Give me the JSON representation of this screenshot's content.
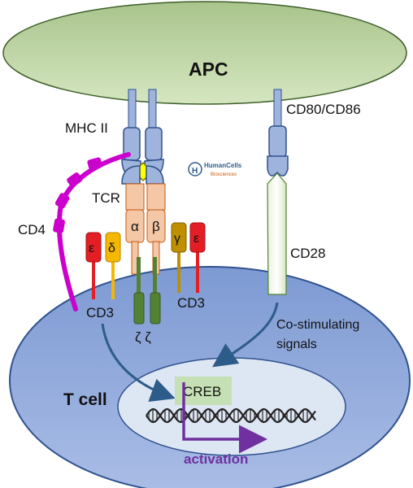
{
  "labels": {
    "apc": "APC",
    "mhc": "MHC II",
    "cd80": "CD80/CD86",
    "tcr": "TCR",
    "cd4": "CD4",
    "alpha": "α",
    "beta": "β",
    "gamma": "γ",
    "epsilon": "ε",
    "delta": "δ",
    "cd3_left": "CD3",
    "cd3_right": "CD3",
    "zeta": "ζ ζ",
    "cd28": "CD28",
    "costim_line1": "Co-stimulating",
    "costim_line2": "signals",
    "tcell": "T cell",
    "creb": "CREB",
    "activation": "activation",
    "logo_name": "HumanCells",
    "logo_sub": "Biosciences",
    "logo_letter": "H"
  },
  "colors": {
    "apc_fill": "#c9dcae",
    "tcell_fill": "#8ea9db",
    "nucleus_fill": "#dde6f3",
    "receptor_blue": "#9fb4dc",
    "tcr_peach": "#f4c7a6",
    "cd4_magenta": "#cc00cc",
    "epsilon_red": "#e31e24",
    "delta_yellow": "#f5b800",
    "gamma_gold": "#bf8f00",
    "zeta_green": "#548235",
    "creb_green": "#c5e0b4",
    "activation_purple": "#7030a0",
    "arrow_blue": "#2e5c8a"
  }
}
